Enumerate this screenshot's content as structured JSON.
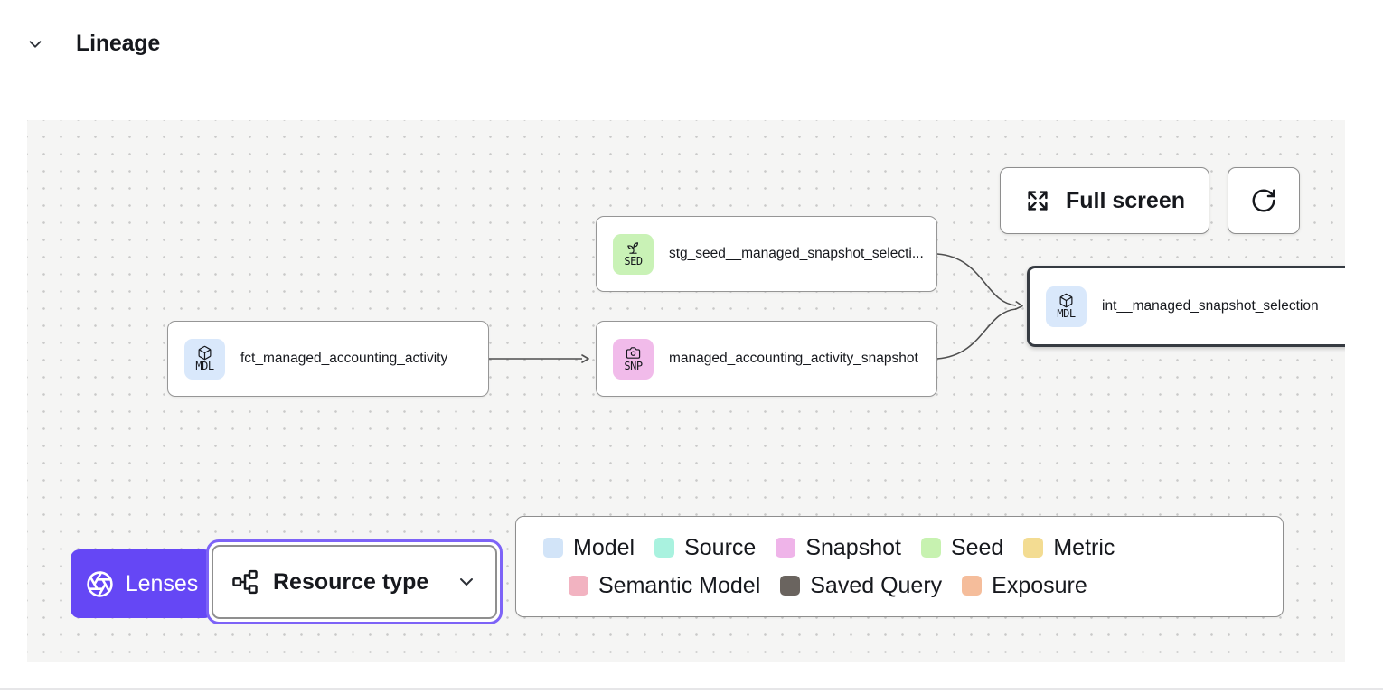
{
  "header": {
    "title": "Lineage"
  },
  "toolbar": {
    "full_screen_label": "Full screen"
  },
  "nodes": [
    {
      "type_code": "SED",
      "label": "stg_seed__managed_snapshot_selecti...",
      "badge_color": "#c9f2b6",
      "selected": false
    },
    {
      "type_code": "MDL",
      "label": "fct_managed_accounting_activity",
      "badge_color": "#d9e8fb",
      "selected": false
    },
    {
      "type_code": "SNP",
      "label": "managed_accounting_activity_snapshot",
      "badge_color": "#f1bbea",
      "selected": false
    },
    {
      "type_code": "MDL",
      "label": "int__managed_snapshot_selection",
      "badge_color": "#d9e8fb",
      "selected": true
    }
  ],
  "edges": [
    {
      "from": "fct_managed_accounting_activity",
      "to": "managed_accounting_activity_snapshot"
    },
    {
      "from": "stg_seed__managed_snapshot_selecti...",
      "to": "int__managed_snapshot_selection"
    },
    {
      "from": "managed_accounting_activity_snapshot",
      "to": "int__managed_snapshot_selection"
    }
  ],
  "lenses": {
    "label": "Lenses",
    "accent_color": "#6547f5"
  },
  "resource_type": {
    "label": "Resource type",
    "ring_color": "#7d63f7"
  },
  "legend": {
    "rows": [
      [
        {
          "label": "Model",
          "color": "#d2e4f8"
        },
        {
          "label": "Source",
          "color": "#a9f2df"
        },
        {
          "label": "Snapshot",
          "color": "#efb4e9"
        },
        {
          "label": "Seed",
          "color": "#c7f2b0"
        },
        {
          "label": "Metric",
          "color": "#f3dc92"
        }
      ],
      [
        {
          "label": "Semantic Model",
          "color": "#f2b3c1"
        },
        {
          "label": "Saved Query",
          "color": "#6a645f"
        },
        {
          "label": "Exposure",
          "color": "#f5bd9b"
        }
      ]
    ]
  }
}
